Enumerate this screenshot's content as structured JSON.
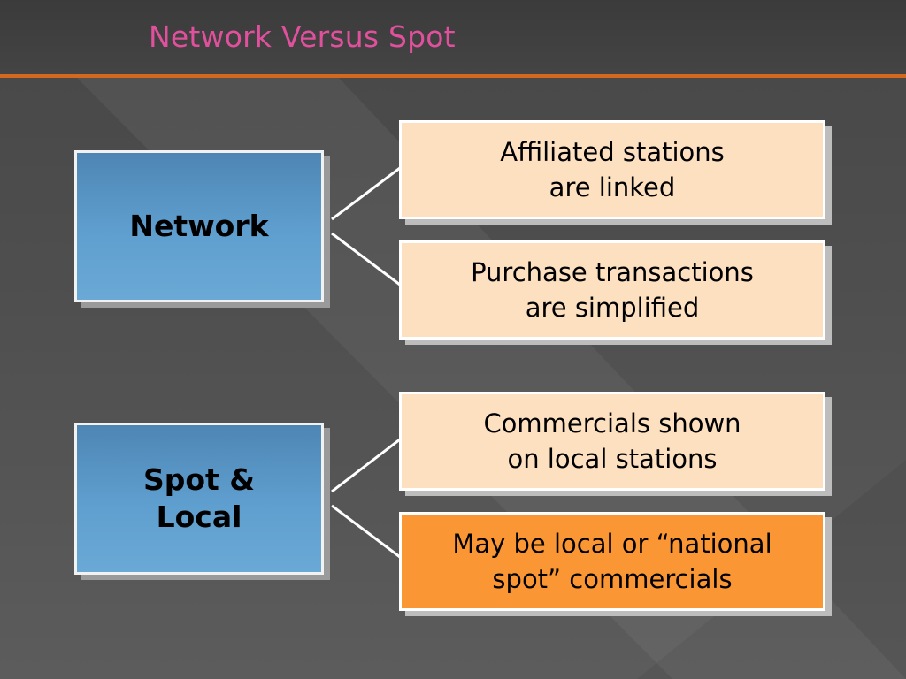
{
  "slide": {
    "title": "Network Versus Spot",
    "colors": {
      "title": "#e0509c",
      "rule": "#d2691e",
      "left_box": "#5f9fcf",
      "right_box": "#fde0c0",
      "highlight_box": "#fb9634"
    }
  },
  "groups": [
    {
      "label": "Network",
      "items": [
        {
          "line1": "Affiliated stations",
          "line2": "are linked"
        },
        {
          "line1": "Purchase transactions",
          "line2": "are simplified"
        }
      ]
    },
    {
      "label_line1": "Spot &",
      "label_line2": "Local",
      "items": [
        {
          "line1": "Commercials shown",
          "line2": "on local stations"
        },
        {
          "line1": "May be local or “national",
          "line2": "spot” commercials",
          "highlighted": true
        }
      ]
    }
  ]
}
